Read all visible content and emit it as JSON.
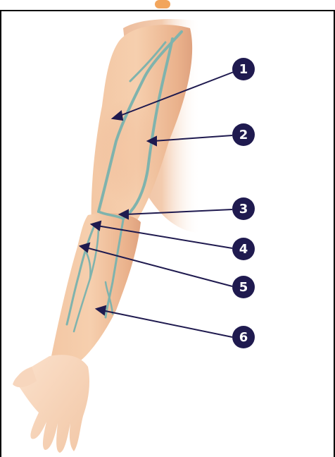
{
  "diagram": {
    "callouts": [
      {
        "number": "1"
      },
      {
        "number": "2"
      },
      {
        "number": "3"
      },
      {
        "number": "4"
      },
      {
        "number": "5"
      },
      {
        "number": "6"
      }
    ]
  },
  "colors": {
    "vein": "#7fb3ad",
    "vein_highlight": "#a9d0ca",
    "skin_light": "#f6cfae",
    "skin_mid": "#eeb992",
    "skin_shadow": "#d89a77",
    "callout_fill": "#1f1a4f",
    "arrow": "#1f1a4f",
    "border": "#000000",
    "top_accent": "#f2a55c"
  }
}
